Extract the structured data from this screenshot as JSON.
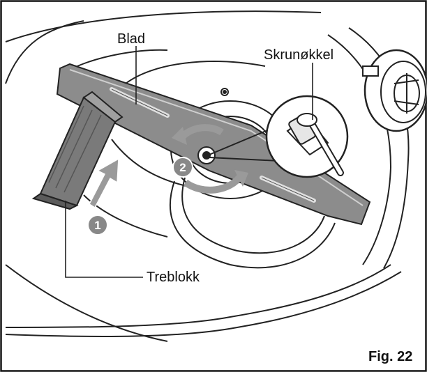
{
  "labels": {
    "blade": "Blad",
    "wrench": "Skrunøkkel",
    "block": "Treblokk",
    "figure": "Fig. 22"
  },
  "steps": [
    "1",
    "2"
  ],
  "colors": {
    "frame": "#111111",
    "line": "#222222",
    "blade": "#8c8c8c",
    "arrow": "#9a9a9a",
    "badge": "#888888",
    "deck": "#ffffff"
  }
}
